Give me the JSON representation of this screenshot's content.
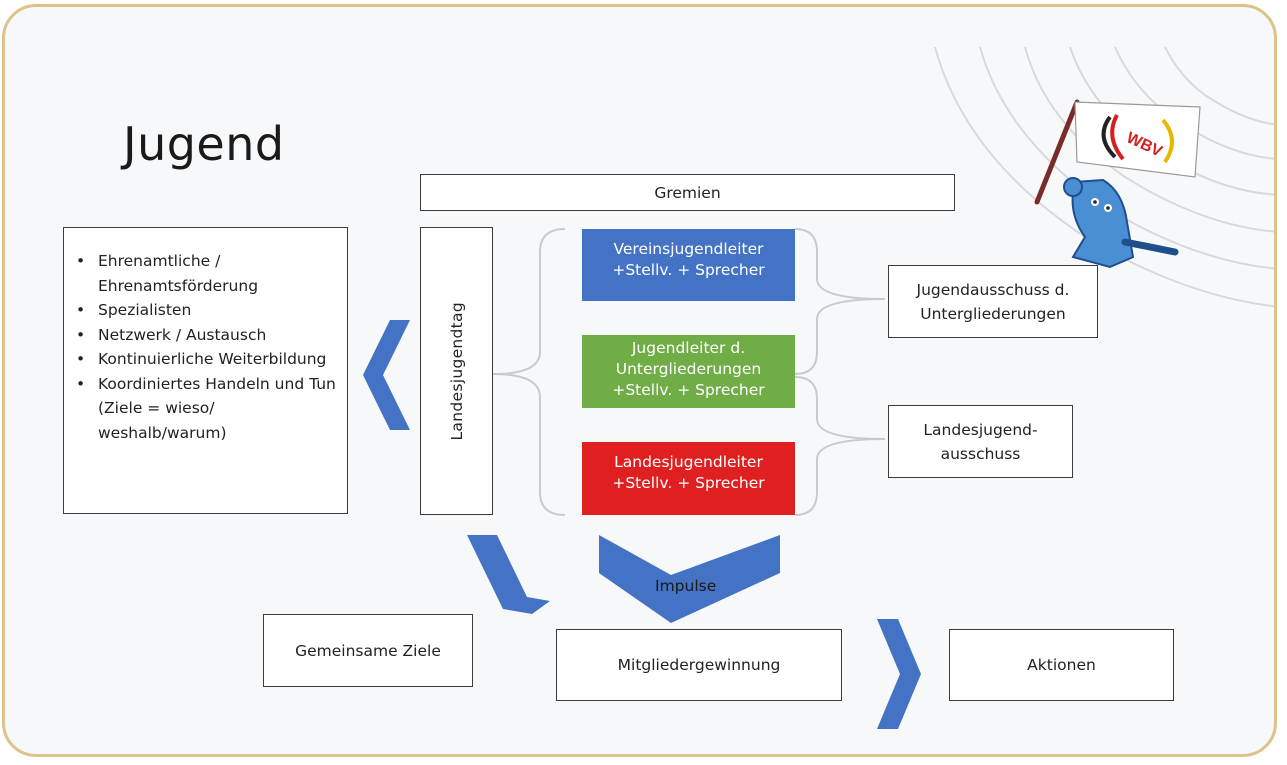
{
  "title": "Jugend",
  "gremien": "Gremien",
  "landesjugendtag": "Landesjugendtag",
  "bullet_items": [
    "Ehrenamtliche / Ehrenamtsförderung",
    "Spezialisten",
    "Netzwerk / Austausch",
    "Kontinuierliche Weiterbildung",
    "Koordiniertes Handeln und Tun (Ziele = wieso/ weshalb/warum)"
  ],
  "roles": [
    {
      "line1": "Vereinsjugendleiter",
      "line2": "+Stellv. + Sprecher",
      "color": "#4472c4"
    },
    {
      "line1": "Jugendleiter d.",
      "line2": "Untergliederungen",
      "line3": "+Stellv. + Sprecher",
      "color": "#70ad47"
    },
    {
      "line1": "Landesjugendleiter",
      "line2": "+Stellv. + Sprecher",
      "color": "#e02020"
    }
  ],
  "committees": [
    {
      "line1": "Jugendausschuss d.",
      "line2": "Untergliederungen"
    },
    {
      "line1": "Landesjugend-",
      "line2": "ausschuss"
    }
  ],
  "impulse": "Impulse",
  "gemeinsame_ziele": "Gemeinsame Ziele",
  "mitgliedergewinnung": "Mitgliedergewinnung",
  "aktionen": "Aktionen",
  "logo": {
    "text": "WBV"
  },
  "colors": {
    "accent_blue": "#4472c4",
    "frame": "#dcc38a"
  }
}
